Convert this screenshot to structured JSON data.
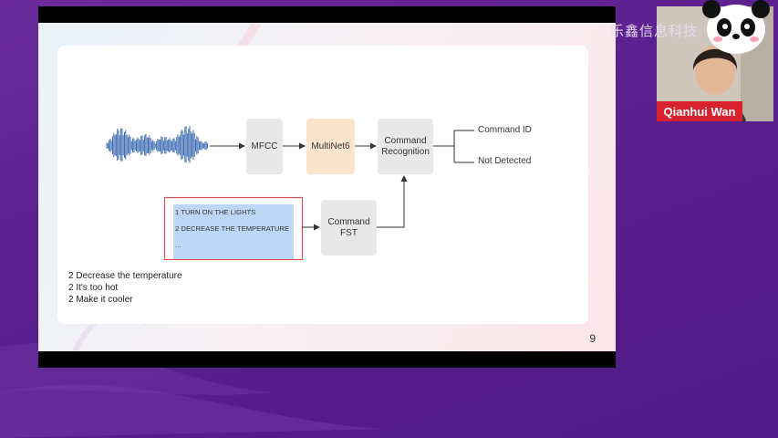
{
  "slide": {
    "diagram": {
      "mfcc": "MFCC",
      "multinet": "MultiNet6",
      "command_recognition": "Command Recognition",
      "command_fst": "Command FST",
      "outputs": [
        "Command ID",
        "Not Detected"
      ],
      "command_list": [
        "1 TURN ON THE LIGHTS",
        "2 DECREASE THE TEMPERATURE",
        "..."
      ]
    },
    "examples": [
      "2 Decrease the temperature",
      "2 It's too hot",
      "2 Make it cooler"
    ],
    "page_number": "9"
  },
  "overlay": {
    "brand": "乐鑫信息科技",
    "speaker_name": "Qianhui Wan"
  },
  "colors": {
    "background": "#5b1f8e",
    "multinet_box": "#fbe3cc",
    "gray_box": "#e8e8e8",
    "command_list_bg": "#bcd6f5",
    "command_list_border": "#d9534f",
    "waveform": "#3d6db3",
    "name_badge": "#d8232f"
  },
  "icons": [
    "panda-mascot-icon",
    "waveform-icon"
  ]
}
